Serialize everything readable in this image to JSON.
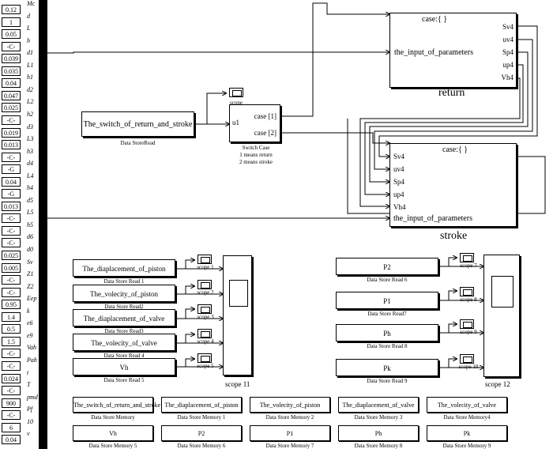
{
  "left_constants": [
    {
      "value": "0.12",
      "name": "Mc"
    },
    {
      "value": "1",
      "name": "d"
    },
    {
      "value": "0.05",
      "name": "L"
    },
    {
      "value": "-C-",
      "name": "h"
    },
    {
      "value": "0.039",
      "name": "d1"
    },
    {
      "value": "0.035",
      "name": "L1"
    },
    {
      "value": "0.04",
      "name": "h1"
    },
    {
      "value": "0.047",
      "name": "d2"
    },
    {
      "value": "0.025",
      "name": "L2"
    },
    {
      "value": "-C-",
      "name": "h2"
    },
    {
      "value": "0.019",
      "name": "d3"
    },
    {
      "value": "0.013",
      "name": "L3"
    },
    {
      "value": "-C-",
      "name": "h3"
    },
    {
      "value": "-G",
      "name": "d4"
    },
    {
      "value": "0.04",
      "name": "L4"
    },
    {
      "value": "-G",
      "name": "h4"
    },
    {
      "value": "0.013",
      "name": "d5"
    },
    {
      "value": "-C-",
      "name": "L5"
    },
    {
      "value": "-C-",
      "name": "h5"
    },
    {
      "value": "-C-",
      "name": "d6"
    },
    {
      "value": "0.025",
      "name": "d0"
    },
    {
      "value": "0.005",
      "name": "Sv"
    },
    {
      "value": "-C-",
      "name": "Z1"
    },
    {
      "value": "-C-",
      "name": "Z2"
    },
    {
      "value": "0.95",
      "name": "Eep"
    },
    {
      "value": "1.4",
      "name": "k"
    },
    {
      "value": "0.5",
      "name": "e6"
    },
    {
      "value": "1.5",
      "name": "e9"
    },
    {
      "value": "-C-",
      "name": "Vah"
    },
    {
      "value": "-C-",
      "name": "Pah"
    },
    {
      "value": "0.024",
      "name": "t"
    },
    {
      "value": "-C-",
      "name": "T"
    },
    {
      "value": "900",
      "name": "pmd"
    },
    {
      "value": "-C-",
      "name": "Pf"
    },
    {
      "value": "6",
      "name": "10"
    },
    {
      "value": "0.04",
      "name": "v"
    }
  ],
  "switch_block": {
    "dsr_label": "The_switch_of_return_and_stroke",
    "dsr_caption": "Data StoreRead",
    "scope_label": "scope",
    "case_input": "u1",
    "case1": "case [1]",
    "case2": "case [2]",
    "caption_lines": [
      "Switch Case",
      "1 means return",
      "2 means stroke"
    ]
  },
  "return_block": {
    "case_label": "case:{   }",
    "input_label": "the_input_of_parameters",
    "ports": [
      "Sv4",
      "uv4",
      "Sp4",
      "up4",
      "Vh4"
    ],
    "title": "return"
  },
  "stroke_block": {
    "case_label": "case:{   }",
    "input_label": "the_input_of_parameters",
    "ports": [
      "Sv4",
      "uv4",
      "Sp4",
      "up4",
      "Vh4"
    ],
    "title": "stroke"
  },
  "reads_left": [
    {
      "label": "The_diaplacement_of_piston",
      "caption": "Data Store Read 1",
      "scope": "scope 1"
    },
    {
      "label": "The_volecity_of_piston",
      "caption": "Data Store Read2",
      "scope": "scope 2"
    },
    {
      "label": "The_diaplacement_of_valve",
      "caption": "Data Store Read3",
      "scope": "scope 3"
    },
    {
      "label": "The_volecity_of_valve",
      "caption": "Data Store Read 4",
      "scope": "scope 4"
    },
    {
      "label": "Vh",
      "caption": "Data Store Read 5",
      "scope": "scope 5"
    }
  ],
  "scope11": "scope 11",
  "reads_right": [
    {
      "label": "P2",
      "caption": "Data Store Read 6",
      "scope": "scope 7"
    },
    {
      "label": "P1",
      "caption": "Data Store Read7",
      "scope": "scope 8"
    },
    {
      "label": "Ph",
      "caption": "Data Store Read 8",
      "scope": "scope 9"
    },
    {
      "label": "Pk",
      "caption": "Data Store Read 9",
      "scope": "scope 10"
    }
  ],
  "scope12": "scope 12",
  "memories_row1": [
    {
      "label": "The_switch_of_return_and_stroke",
      "caption": "Data Store Memory"
    },
    {
      "label": "The_diaplacement_of_piston",
      "caption": "Data Store Memory 1"
    },
    {
      "label": "The_volecity_of_piston",
      "caption": "Data Store Memory 2"
    },
    {
      "label": "The_diaplacement_of_valve",
      "caption": "Data Store Memory 3"
    },
    {
      "label": "The_volecity_of_valve",
      "caption": "Data Store Memory4"
    }
  ],
  "memories_row2": [
    {
      "label": "Vh",
      "caption": "Data Store Memory 5"
    },
    {
      "label": "P2",
      "caption": "Data Store Memory 6"
    },
    {
      "label": "P1",
      "caption": "Data Store Memory 7"
    },
    {
      "label": "Ph",
      "caption": "Data Store Memory 8"
    },
    {
      "label": "Pk",
      "caption": "Data Store Memory 9"
    }
  ]
}
